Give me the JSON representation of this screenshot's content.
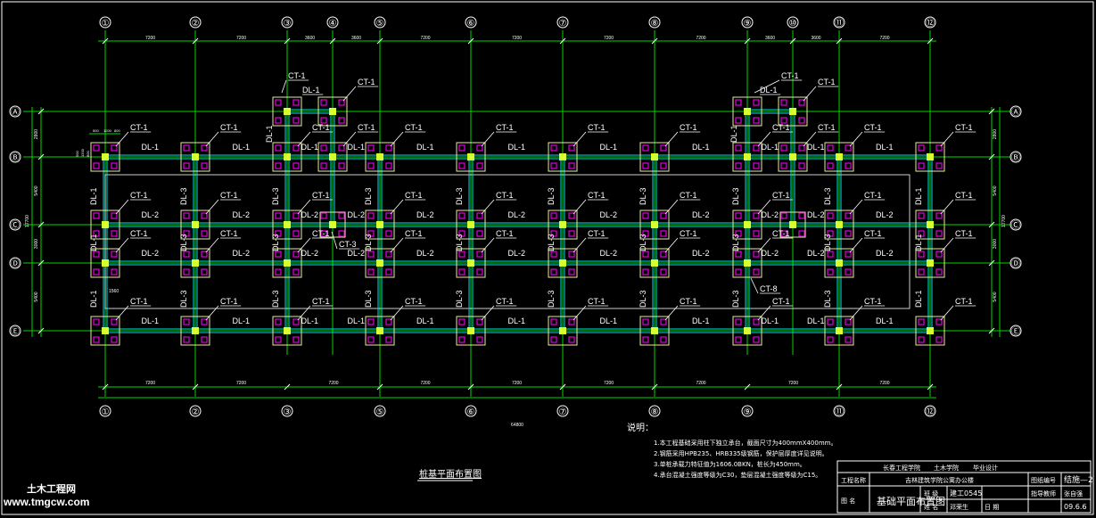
{
  "drawing": {
    "colors": {
      "background": "#000000",
      "axis_line": "#00d800",
      "beam": "#00e0e0",
      "footing": "#e8e8a0",
      "column_core": "#d8ff30",
      "pile": "#e000e0",
      "label": "#ffffff",
      "dim": "#ffffff"
    },
    "column_axes": [
      "①",
      "②",
      "③",
      "④",
      "⑤",
      "⑥",
      "⑦",
      "⑧",
      "⑨",
      "⑩",
      "⑪",
      "⑫"
    ],
    "row_axes": [
      "Ⓐ",
      "Ⓑ",
      "Ⓒ",
      "Ⓓ",
      "Ⓔ"
    ],
    "top_dimensions": [
      "7200",
      "7200",
      "3600",
      "3600",
      "7200",
      "7200",
      "7200",
      "7200",
      "3600",
      "3600",
      "7200"
    ],
    "bottom_dimensions": [
      "7200",
      "7200",
      "7200",
      "7200",
      "7200",
      "7200",
      "7200",
      "7200",
      "7200",
      "7200"
    ],
    "bottom_total": "64800",
    "left_dimensions": [
      "2800",
      "5400",
      "3000",
      "5400"
    ],
    "left_total": "17700",
    "right_dimensions": [
      "2800",
      "5400",
      "3000",
      "5400"
    ],
    "right_total": "17700",
    "small_dims_left": [
      "500",
      "1200",
      "800"
    ],
    "foundation_labels": {
      "ct1": "CT-1",
      "ct3": "CT-3",
      "ct8": "CT-8",
      "dl1": "DL-1",
      "dl2": "DL-2",
      "dl3": "DL-3",
      "dl_small": "1560"
    },
    "notes_title": "说明：",
    "notes": [
      "1.本工程基础采用柱下独立承台，截面尺寸为400mmX400mm。",
      "2.钢筋采用HPB235、HRB335级钢筋，保护层厚度详见说明。",
      "3.单桩承载力特征值为1606.0BKN，桩长为450mm。",
      "4.承台混凝土强度等级为C30，垫层混凝土强度等级为C15。"
    ],
    "plan_title": "桩基平面布置图"
  },
  "title_block": {
    "school": "长春工程学院",
    "dept": "土木学院",
    "design": "毕业设计",
    "project_label": "工程名称",
    "project": "吉林建筑学院公寓办公楼",
    "drawing_no_label": "图纸编号",
    "drawing_no": "结施—2",
    "name_label": "图  名",
    "drawing_name": "基础平面布置图",
    "class_label": "班 级",
    "class_value": "建工0545",
    "teacher_label": "指导教师",
    "teacher_value": "张自强",
    "student_label": "姓 名",
    "student_value": "邓荣生",
    "date_label": "日 期",
    "date_value": "09.6.6"
  },
  "watermark": {
    "cn": "土木工程网",
    "url": "www.tmgcw.com"
  }
}
